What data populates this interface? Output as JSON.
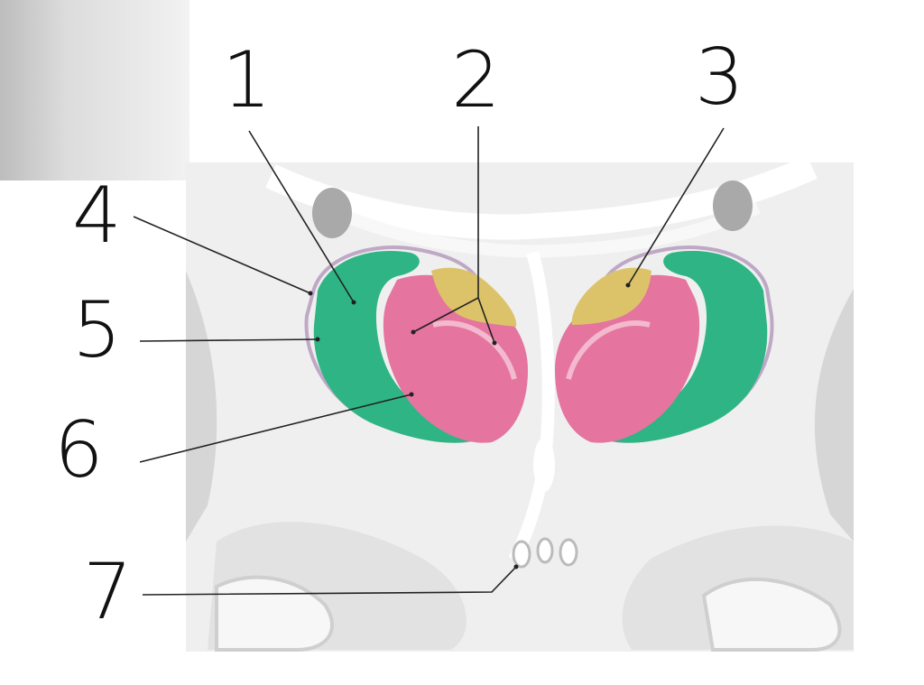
{
  "figure": {
    "colors": {
      "background": "#ffffff",
      "tissue": "#efefef",
      "green_region": "#2fb585",
      "pink_region": "#e5749f",
      "yellow_region": "#dcc36a",
      "capsule_outline": "#bfa8c6",
      "leader_line": "#222222"
    },
    "labels": [
      {
        "id": "1",
        "text": "1"
      },
      {
        "id": "2",
        "text": "2"
      },
      {
        "id": "3",
        "text": "3"
      },
      {
        "id": "4",
        "text": "4"
      },
      {
        "id": "5",
        "text": "5"
      },
      {
        "id": "6",
        "text": "6"
      },
      {
        "id": "7",
        "text": "7"
      }
    ]
  }
}
